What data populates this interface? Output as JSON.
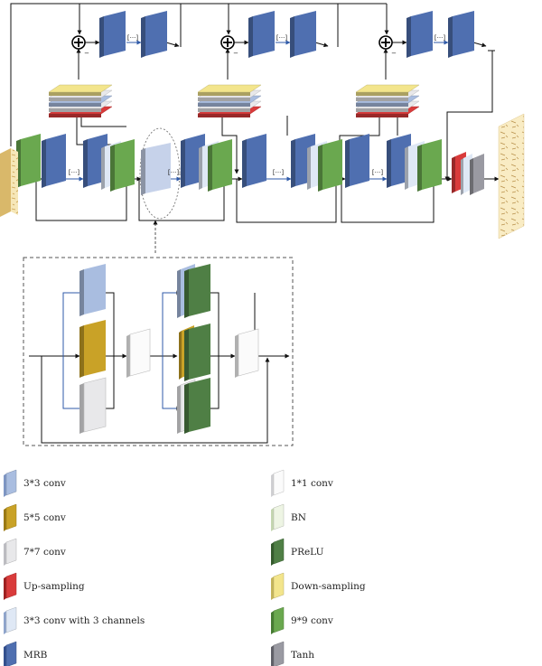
{
  "colors": {
    "mrb": "#4f6fb0",
    "mrb_side": "#33508e",
    "conv9": "#6aa84f",
    "conv9_side": "#467a33",
    "conv3": "#a9bde0",
    "conv5": "#c9a227",
    "conv7": "#e8e8ea",
    "conv1": "#fbfbfb",
    "bn": "#eef5e4",
    "prelu": "#4f7f45",
    "upsample": "#d93b3b",
    "downsample": "#f3e58c",
    "conv3x3c": "#dfe8f5",
    "tanh": "#9a9aa2",
    "arrow": "#111111",
    "inner_arrow": "#2f5aa8"
  },
  "diagram": {
    "ellipsis": "[···]",
    "minus": "−",
    "plus": "⊕"
  },
  "legend": [
    {
      "label": "3*3 conv",
      "swatch": "conv3",
      "side": "#7e96c4"
    },
    {
      "label": "1*1 conv",
      "swatch": "conv1",
      "side": "#cfcfd2"
    },
    {
      "label": "5*5 conv",
      "swatch": "conv5",
      "side": "#9b7a14"
    },
    {
      "label": "BN",
      "swatch": "bn",
      "side": "#c4d6b0"
    },
    {
      "label": "7*7 conv",
      "swatch": "conv7",
      "side": "#bdbdc2"
    },
    {
      "label": "PReLU",
      "swatch": "prelu",
      "side": "#345a2c"
    },
    {
      "label": "Up-sampling",
      "swatch": "upsample",
      "side": "#9e2020"
    },
    {
      "label": "Down-sampling",
      "swatch": "downsample",
      "side": "#c4b45a"
    },
    {
      "label": "3*3 conv with 3 channels",
      "swatch": "conv3x3c",
      "side": "#8ea4cc"
    },
    {
      "label": "9*9 conv",
      "swatch": "conv9",
      "side": "#467a33"
    },
    {
      "label": "MRB",
      "swatch": "mrb",
      "side": "#33508e"
    },
    {
      "label": "Tanh",
      "swatch": "tanh",
      "side": "#5e5e66"
    }
  ]
}
